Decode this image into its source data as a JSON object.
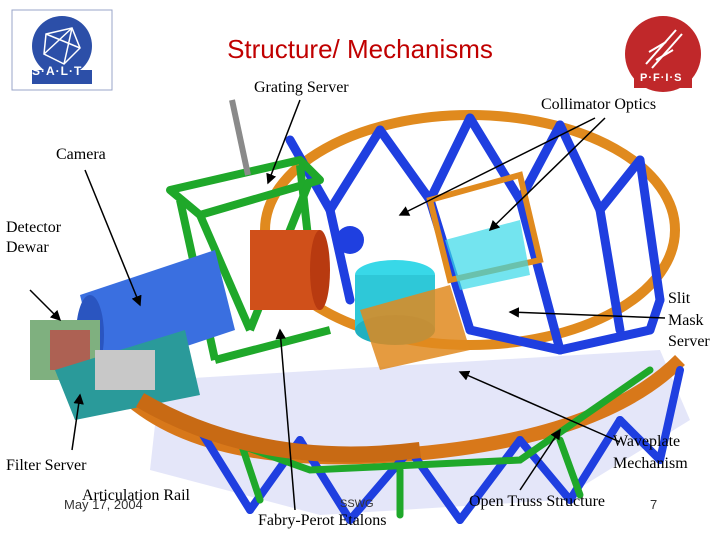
{
  "slide": {
    "title": "Structure/ Mechanisms",
    "labels": {
      "grating_server": "Grating Server",
      "collimator_optics": "Collimator Optics",
      "camera": "Camera",
      "detector_dewar_1": "Detector",
      "detector_dewar_2": "Dewar",
      "slit_mask_1": "Slit",
      "slit_mask_2": "Mask",
      "slit_mask_3": "Server",
      "waveplate_1": "Waveplate",
      "waveplate_2": "Mechanism",
      "filter_server": "Filter Server",
      "articulation_rail": "Articulation Rail",
      "fabry_perot": "Fabry-Perot Etalons",
      "open_truss": "Open Truss Structure"
    },
    "footer": {
      "date": "May 17, 2004",
      "event": "SSWG",
      "page": "7"
    },
    "logos": {
      "left_text": "S·A·L·T",
      "right_text": "P·F·I·S"
    }
  },
  "colors": {
    "title": "#c00000",
    "truss_blue": "#1f3fe0",
    "ring_orange": "#e08a1e",
    "frame_green": "#1fa82a",
    "camera_blue": "#3a6fe0",
    "collimator_orange": "#d0501a",
    "cyan_parts": "#38d8e8",
    "logo_left": "#2c4fa8",
    "logo_right": "#c0282a"
  }
}
